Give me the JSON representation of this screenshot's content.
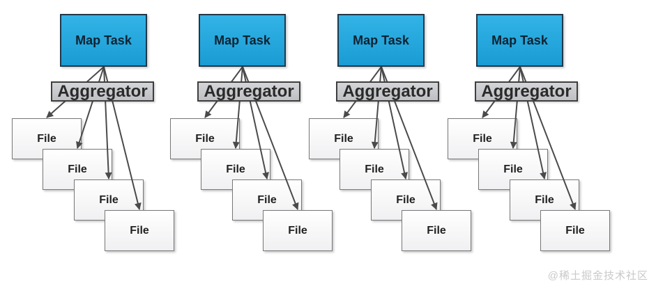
{
  "diagram": {
    "columns": [
      {
        "map_task_label": "Map Task",
        "aggregator_label": "Aggregator",
        "files": [
          "File",
          "File",
          "File",
          "File"
        ]
      },
      {
        "map_task_label": "Map Task",
        "aggregator_label": "Aggregator",
        "files": [
          "File",
          "File",
          "File",
          "File"
        ]
      },
      {
        "map_task_label": "Map Task",
        "aggregator_label": "Aggregator",
        "files": [
          "File",
          "File",
          "File",
          "File"
        ]
      },
      {
        "map_task_label": "Map Task",
        "aggregator_label": "Aggregator",
        "files": [
          "File",
          "File",
          "File",
          "File"
        ]
      }
    ]
  },
  "watermark": {
    "text": "@稀土掘金技术社区"
  },
  "colors": {
    "map_task_fill": "#1EA5DC",
    "map_task_border": "#20384A",
    "aggregator_fill": "#C9CACC",
    "aggregator_border": "#3E3E3E",
    "file_fill": "#FFFFFF",
    "file_border": "#777777",
    "arrow": "#4A4A4A",
    "background": "#FFFFFF",
    "watermark_text": "#C9C9C9"
  }
}
